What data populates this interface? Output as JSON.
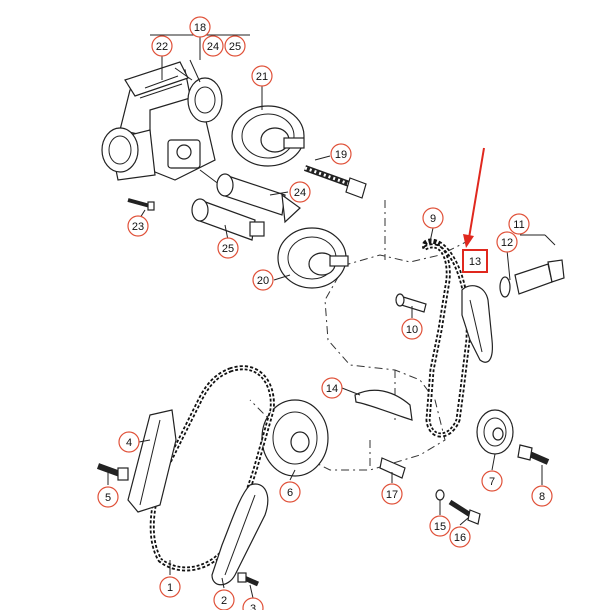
{
  "diagram": {
    "callouts": [
      {
        "id": "c1",
        "label": "1"
      },
      {
        "id": "c2",
        "label": "2"
      },
      {
        "id": "c3",
        "label": "3"
      },
      {
        "id": "c4",
        "label": "4"
      },
      {
        "id": "c5",
        "label": "5"
      },
      {
        "id": "c6",
        "label": "6"
      },
      {
        "id": "c7",
        "label": "7"
      },
      {
        "id": "c8",
        "label": "8"
      },
      {
        "id": "c9",
        "label": "9"
      },
      {
        "id": "c10",
        "label": "10"
      },
      {
        "id": "c11",
        "label": "11"
      },
      {
        "id": "c12",
        "label": "12"
      },
      {
        "id": "c14",
        "label": "14"
      },
      {
        "id": "c15",
        "label": "15"
      },
      {
        "id": "c16",
        "label": "16"
      },
      {
        "id": "c17",
        "label": "17"
      },
      {
        "id": "c18",
        "label": "18"
      },
      {
        "id": "c19",
        "label": "19"
      },
      {
        "id": "c20",
        "label": "20"
      },
      {
        "id": "c21",
        "label": "21"
      },
      {
        "id": "c22",
        "label": "22"
      },
      {
        "id": "c23",
        "label": "23"
      },
      {
        "id": "c24a",
        "label": "24"
      },
      {
        "id": "c24b",
        "label": "24"
      },
      {
        "id": "c25a",
        "label": "25"
      },
      {
        "id": "c25b",
        "label": "25"
      }
    ],
    "highlight": {
      "label": "13",
      "box_color": "#e0281e",
      "arrow_color": "#e0281e"
    },
    "colors": {
      "callout_ring": "#e0523a",
      "line": "#222222"
    }
  }
}
